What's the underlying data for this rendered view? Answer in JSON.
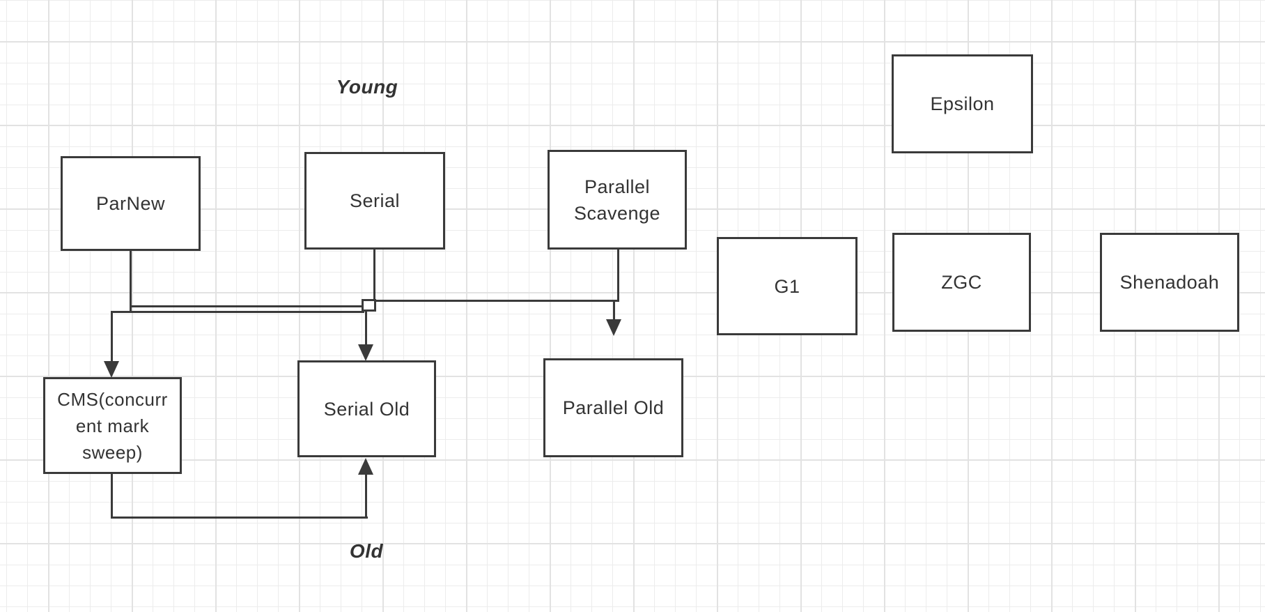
{
  "canvas": {
    "background": "#ffffff",
    "grid_minor_color": "#ececec",
    "grid_major_color": "#e2e2e2",
    "stroke_color": "#3a3a3a",
    "text_color": "#333333"
  },
  "labels": {
    "young": "Young",
    "old": "Old"
  },
  "nodes": {
    "parnew": {
      "label": "ParNew"
    },
    "serial": {
      "label": "Serial"
    },
    "parallel_scavenge": {
      "line1": "Parallel",
      "line2": "Scavenge"
    },
    "epsilon": {
      "label": "Epsilon"
    },
    "g1": {
      "label": "G1"
    },
    "zgc": {
      "label": "ZGC"
    },
    "shenadoah": {
      "label": "Shenadoah"
    },
    "cms": {
      "line1": "CMS(concurr",
      "line2": "ent mark",
      "line3": "sweep)"
    },
    "serial_old": {
      "label": "Serial Old"
    },
    "parallel_old": {
      "label": "Parallel Old"
    }
  },
  "edges": [
    {
      "from": "parnew",
      "to": "cms"
    },
    {
      "from": "parnew",
      "to": "serial_old"
    },
    {
      "from": "serial",
      "to": "serial_old"
    },
    {
      "from": "serial",
      "to": "cms"
    },
    {
      "from": "parallel_scavenge",
      "to": "serial_old"
    },
    {
      "from": "parallel_scavenge",
      "to": "parallel_old"
    },
    {
      "from": "cms",
      "to": "serial_old"
    }
  ]
}
